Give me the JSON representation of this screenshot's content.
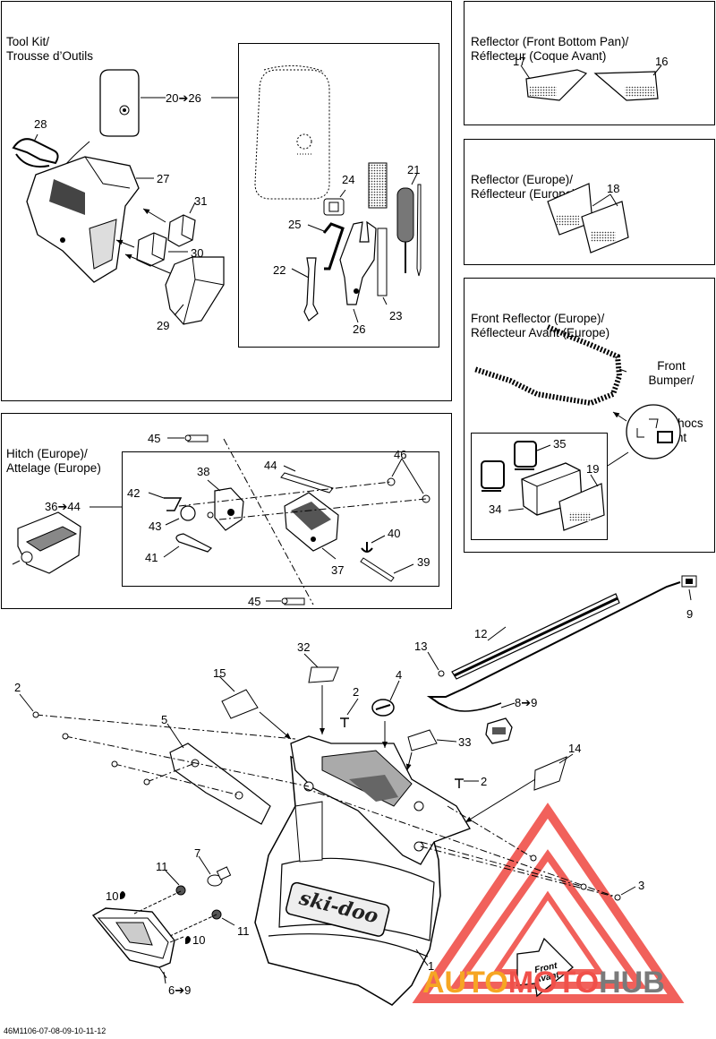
{
  "panels": {
    "tool_kit": {
      "title1": "Tool Kit/",
      "title2": "Trousse d’Outils"
    },
    "reflector_bottom": {
      "title1": "Reflector (Front Bottom Pan)/",
      "title2": "Réflecteur (Coque Avant)"
    },
    "reflector_europe": {
      "title1": "Reflector (Europe)/",
      "title2": "Réflecteur (Europe)"
    },
    "front_reflector": {
      "title1": "Front Reflector (Europe)/",
      "title2": "Réflecteur Avant (Europe)"
    },
    "front_bumper_label": [
      "Front",
      "Bumper/",
      "Pare-Chocs",
      "Avant"
    ],
    "hitch": {
      "title1": "Hitch (Europe)/",
      "title2": "Attelage (Europe)"
    }
  },
  "callouts": {
    "c1": "1",
    "c2": "2",
    "c3": "3",
    "c4": "4",
    "c5": "5",
    "c6_9": "6➔9",
    "c7": "7",
    "c8_9": "8➔9",
    "c9": "9",
    "c10": "10",
    "c11": "11",
    "c12": "12",
    "c13": "13",
    "c14": "14",
    "c15": "15",
    "c16": "16",
    "c17": "17",
    "c18": "18",
    "c19": "19",
    "c20_26": "20➔26",
    "c21": "21",
    "c22": "22",
    "c23": "23",
    "c24": "24",
    "c25": "25",
    "c26": "26",
    "c27": "27",
    "c28": "28",
    "c29": "29",
    "c30": "30",
    "c31": "31",
    "c32": "32",
    "c33": "33",
    "c34": "34",
    "c35": "35",
    "c36_44": "36➔44",
    "c37": "37",
    "c38": "38",
    "c39": "39",
    "c40": "40",
    "c41": "41",
    "c42": "42",
    "c43": "43",
    "c44": "44",
    "c45": "45",
    "c46": "46"
  },
  "hood_logo": "ski-doo",
  "front_sticker": [
    "Front",
    "Avant"
  ],
  "reference_code": "46M1106-07-08-09-10-11-12",
  "watermark": {
    "auto": "AUTO",
    "moto": "MOTO",
    "hub": "HUB",
    "color_red": "#f0504a",
    "color_orange": "#f6a623",
    "color_gray": "#7a7a7a"
  }
}
